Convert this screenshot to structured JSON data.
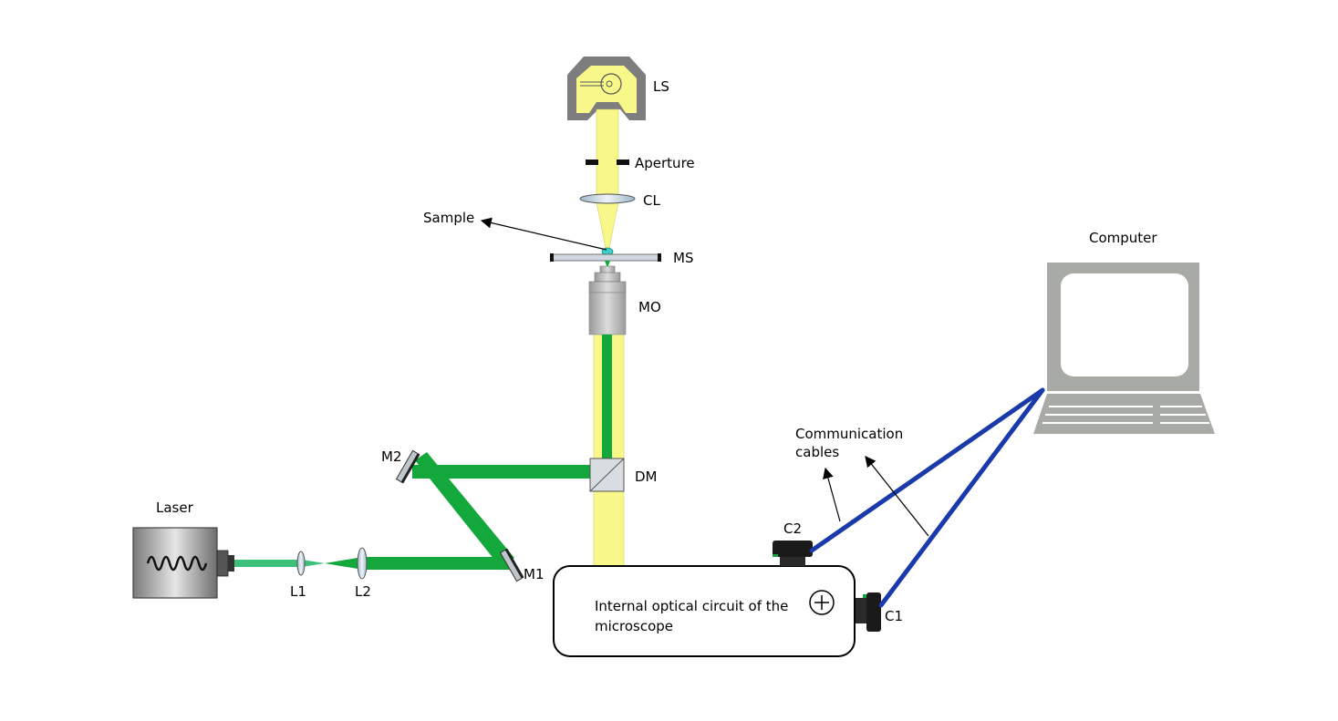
{
  "labels": {
    "ls": "LS",
    "aperture": "Aperture",
    "cl": "CL",
    "sample": "Sample",
    "ms": "MS",
    "mo": "MO",
    "dm": "DM",
    "m1": "M1",
    "m2": "M2",
    "l1": "L1",
    "l2": "L2",
    "laser": "Laser",
    "computer": "Computer",
    "communication_line1": "Communication",
    "communication_line2": "cables",
    "c1": "C1",
    "c2": "C2",
    "circuit_line1": "Internal optical circuit of the",
    "circuit_line2": "microscope"
  },
  "colors": {
    "illumination_beam": "#f7f78a",
    "laser_beam": "#14a83c",
    "cable": "#1a3aaa",
    "housing_gray": "#8c8c8c",
    "monitor_gray": "#a8aaa6"
  }
}
